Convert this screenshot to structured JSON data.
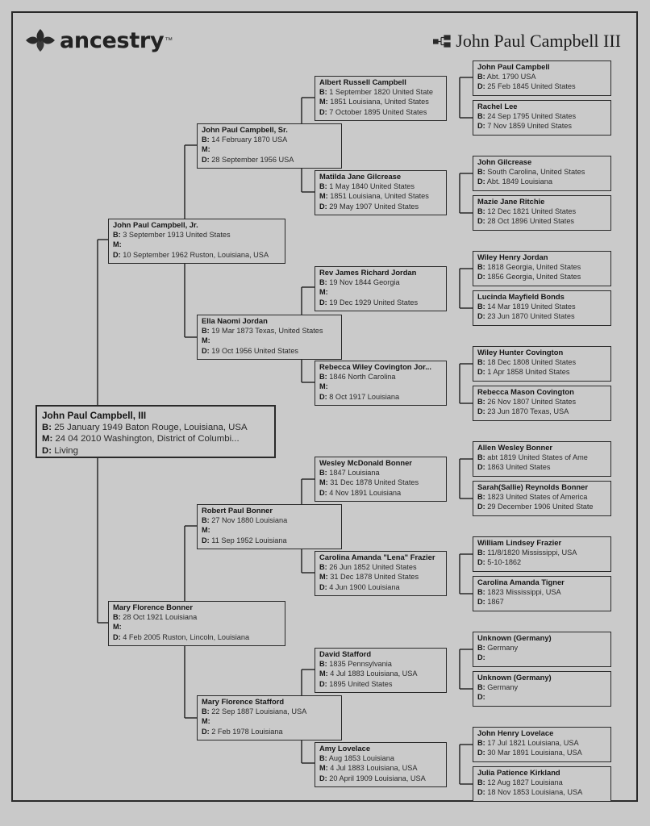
{
  "brand": {
    "logo_text": "ancestry",
    "logo_mark": "leaf-logo-icon",
    "trademark": "™"
  },
  "header": {
    "title": "John Paul Campbell III",
    "title_icon": "pedigree-icon"
  },
  "labels": {
    "birth": "B:",
    "marriage": "M:",
    "death": "D:"
  },
  "people": {
    "root": {
      "name": "John Paul Campbell, III",
      "birth": "25 January 1949 Baton Rouge, Louisiana, USA",
      "marriage": "24 04 2010 Washington, District of Columbi...",
      "death": "Living"
    },
    "f": {
      "name": "John Paul Campbell, Jr.",
      "birth": "3 September 1913 United States",
      "marriage": "",
      "death": "10 September 1962 Ruston, Louisiana, USA"
    },
    "m": {
      "name": "Mary Florence Bonner",
      "birth": "28 Oct 1921 Louisiana",
      "marriage": "",
      "death": "4 Feb 2005 Ruston, Lincoln, Louisiana"
    },
    "ff": {
      "name": "John Paul Campbell, Sr.",
      "birth": "14 February 1870 USA",
      "marriage": "",
      "death": "28 September 1956 USA"
    },
    "fm": {
      "name": "Ella Naomi Jordan",
      "birth": "19 Mar 1873 Texas, United States",
      "marriage": "",
      "death": "19 Oct 1956 United States"
    },
    "mf": {
      "name": "Robert Paul Bonner",
      "birth": "27 Nov 1880 Louisiana",
      "marriage": "",
      "death": "11 Sep 1952 Louisiana"
    },
    "mm": {
      "name": "Mary Florence Stafford",
      "birth": "22 Sep 1887 Louisiana, USA",
      "marriage": "",
      "death": "2 Feb 1978 Louisiana"
    },
    "fff": {
      "name": "Albert Russell Campbell",
      "birth": "1 September 1820 United State",
      "marriage": "1851 Louisiana, United States",
      "death": "7 October 1895 United States"
    },
    "ffm": {
      "name": "Matilda Jane Gilcrease",
      "birth": "1 May 1840 United States",
      "marriage": "1851 Louisiana, United States",
      "death": "29 May 1907 United States"
    },
    "fmf": {
      "name": "Rev James Richard Jordan",
      "birth": "19 Nov 1844 Georgia",
      "marriage": "",
      "death": "19 Dec 1929 United States"
    },
    "fmm": {
      "name": "Rebecca Wiley Covington Jor...",
      "birth": "1846 North Carolina",
      "marriage": "",
      "death": "8 Oct 1917 Louisiana"
    },
    "mff": {
      "name": "Wesley McDonald Bonner",
      "birth": "1847 Louisiana",
      "marriage": "31 Dec 1878 United States",
      "death": "4 Nov 1891 Louisiana"
    },
    "mfm": {
      "name": "Carolina Amanda \"Lena\" Frazier",
      "birth": "26 Jun 1852 United States",
      "marriage": "31 Dec 1878 United States",
      "death": "4 Jun 1900 Louisiana"
    },
    "mmf": {
      "name": "David Stafford",
      "birth": "1835 Pennsylvania",
      "marriage": "4 Jul 1883 Louisiana, USA",
      "death": "1895 United States"
    },
    "mmm": {
      "name": "Amy Lovelace",
      "birth": "Aug 1853 Louisiana",
      "marriage": "4 Jul 1883 Louisiana, USA",
      "death": "20 April 1909 Louisiana, USA"
    },
    "ffff": {
      "name": "John Paul Campbell",
      "birth": "Abt. 1790 USA",
      "death": "25 Feb 1845 United States"
    },
    "fffm": {
      "name": "Rachel Lee",
      "birth": "24 Sep 1795 United States",
      "death": "7 Nov 1859 United States"
    },
    "ffmf": {
      "name": "John Gilcrease",
      "birth": "South Carolina, United States",
      "death": "Abt. 1849 Louisiana"
    },
    "ffmm": {
      "name": "Mazie Jane Ritchie",
      "birth": "12 Dec 1821 United States",
      "death": "28 Oct 1896 United States"
    },
    "fmff": {
      "name": "Wiley Henry Jordan",
      "birth": "1818 Georgia, United States",
      "death": "1856 Georgia, United States"
    },
    "fmfm": {
      "name": "Lucinda Mayfield Bonds",
      "birth": "14 Mar 1819 United States",
      "death": "23 Jun 1870 United States"
    },
    "fmmf": {
      "name": "Wiley Hunter Covington",
      "birth": "18 Dec 1808 United States",
      "death": "1 Apr 1858 United States"
    },
    "fmmm": {
      "name": "Rebecca Mason Covington",
      "birth": "26 Nov 1807 United States",
      "death": "23 Jun 1870 Texas, USA"
    },
    "mfff": {
      "name": "Allen Wesley Bonner",
      "birth": "abt 1819 United States of Ame",
      "death": "1863 United States"
    },
    "mffm": {
      "name": "Sarah(Sallie) Reynolds Bonner",
      "birth": "1823 United States of America",
      "death": "29 December 1906 United State"
    },
    "mfmf": {
      "name": "William Lindsey Frazier",
      "birth": "11/8/1820 Mississippi, USA",
      "death": "5-10-1862"
    },
    "mfmm": {
      "name": "Carolina Amanda Tigner",
      "birth": "1823 Mississippi, USA",
      "death": "1867"
    },
    "mmff": {
      "name": "Unknown (Germany)",
      "birth": "Germany",
      "death": ""
    },
    "mmfm": {
      "name": "Unknown (Germany)",
      "birth": "Germany",
      "death": ""
    },
    "mmmf": {
      "name": "John Henry Lovelace",
      "birth": "17 Jul 1821 Louisiana, USA",
      "death": "30 Mar 1891 Louisiana, USA"
    },
    "mmmm": {
      "name": "Julia Patience Kirkland",
      "birth": "12 Aug 1827 Louisiana",
      "death": "18 Nov 1853 Louisiana, USA"
    }
  }
}
